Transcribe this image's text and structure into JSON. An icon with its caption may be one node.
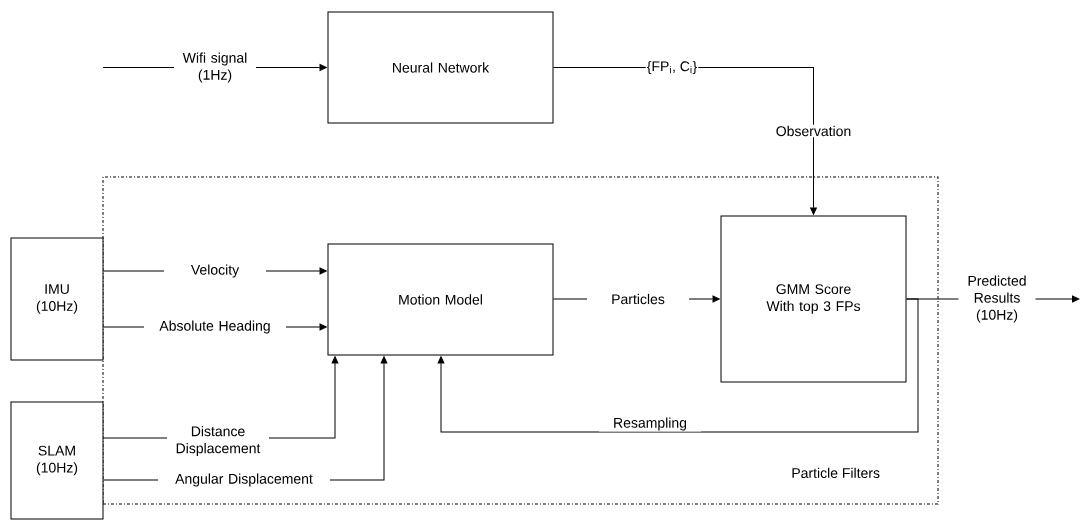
{
  "diagram": {
    "nodes": [
      {
        "text": [
          "Neural Network"
        ]
      },
      {
        "text": [
          "Particle Filters"
        ]
      },
      {
        "text": [
          "IMU (10Hz)"
        ]
      },
      {
        "text": [
          "SLAM (10Hz)"
        ]
      },
      {
        "text": [
          "Motion Model"
        ],
        "in": 1
      },
      {
        "text": [
          "GMM Score With top 3 FPs"
        ],
        "in": 1
      }
    ],
    "edges": [
      {
        "from": null,
        "to": 0,
        "arrow": "to",
        "label": "Wifi signal (1Hz)"
      },
      {
        "from": 0,
        "to": 5,
        "arrow": "to",
        "label": "Observation"
      },
      {
        "from": 2,
        "to": 4,
        "arrow": "to",
        "label": "Velocity"
      },
      {
        "from": 2,
        "to": 4,
        "arrow": "to",
        "label": "Absolute Heading"
      },
      {
        "from": 3,
        "to": 4,
        "arrow": "to",
        "label": "Distance Displacement"
      },
      {
        "from": 3,
        "to": 4,
        "arrow": "to",
        "label": "Angular Displacement"
      },
      {
        "from": 4,
        "to": 5,
        "arrow": "to",
        "label": "Particles"
      },
      {
        "from": 5,
        "to": 4,
        "arrow": "to",
        "label": "Resampling"
      },
      {
        "from": 5,
        "to": null,
        "arrow": "to",
        "label": "Predicted Results (10Hz)"
      }
    ],
    "labels": [
      "{FP$_{i}$, C$_{i}$}"
    ]
  }
}
